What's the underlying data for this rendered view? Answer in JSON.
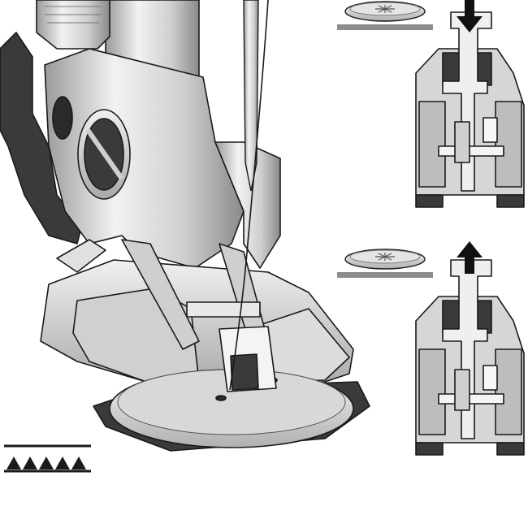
{
  "diagram": {
    "text_labels": [],
    "colors": {
      "background": "#ffffff",
      "outline": "#1a1a1a",
      "metal_light": "#e6e6e6",
      "metal_mid": "#bdbdbd",
      "metal_dark": "#8c8c8c",
      "shadow": "#3a3a3a",
      "arrow": "#111111"
    },
    "panels": [
      {
        "name": "presser-foot-down",
        "arrow_direction": "down",
        "icon": "dial-icon"
      },
      {
        "name": "presser-foot-up",
        "arrow_direction": "up",
        "icon": "dial-icon"
      }
    ],
    "feed_dog_symbol": {
      "icon": "feed-dogs-raised-icon",
      "teeth_count": 5
    }
  }
}
